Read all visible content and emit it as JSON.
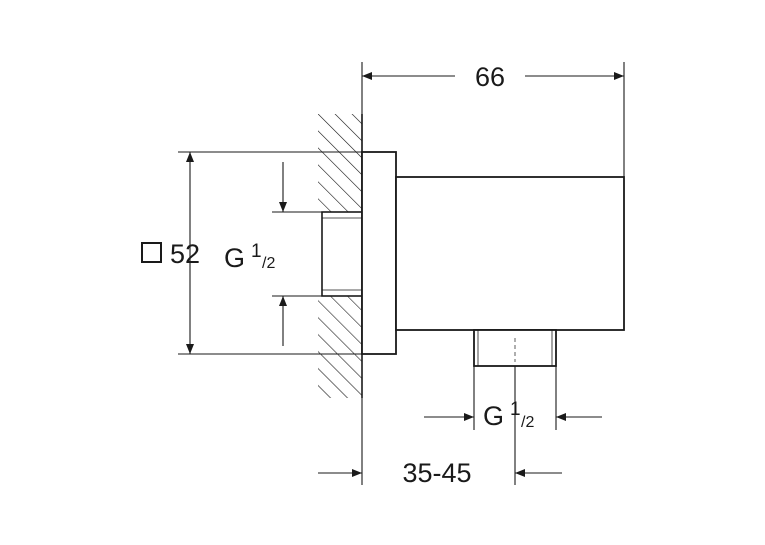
{
  "dimensions": {
    "width": "66",
    "square": "52",
    "thread_left": {
      "main": "G",
      "sup": "1",
      "sub": "/2"
    },
    "thread_bottom": {
      "main": "G",
      "sup": "1",
      "sub": "/2"
    },
    "depth": "35-45"
  }
}
